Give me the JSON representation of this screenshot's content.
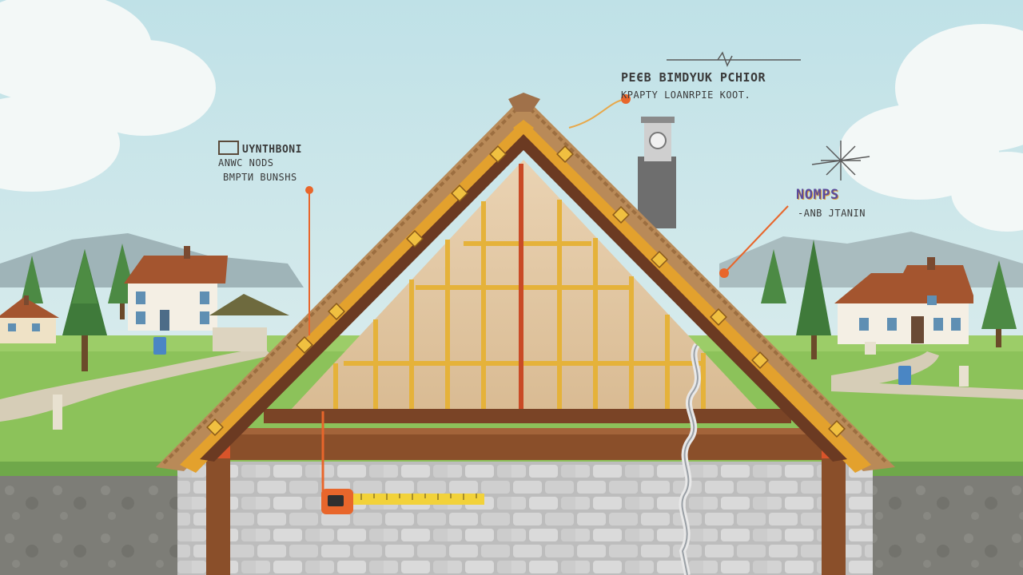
{
  "scene": {
    "title": "House cross-section with roof framing, tape measure and annotation callouts"
  },
  "callouts": {
    "left": {
      "line1": "UYNTHBONI",
      "line2": "ANWC NODS",
      "line3": "BMPTИ BUNSHS"
    },
    "top": {
      "line1": "PEЄB BIMDYUK PCHIOR",
      "line2": "KPAPTY LOANRPIE KOOT."
    },
    "right": {
      "line1": "NOMPS",
      "line2": "-ANB JTANIN"
    }
  },
  "colors": {
    "sky": "#cfe6ea",
    "grass": "#8cc25a",
    "roof_thatch": "#b98a58",
    "rafter": "#e3a12d",
    "timber": "#8a4f2a",
    "stone": "#c9c9c9",
    "accent": "#e8662b"
  },
  "icons": {
    "tape_measure": "tape-measure-icon",
    "star_burst": "starburst-icon",
    "square_box": "square-icon"
  }
}
